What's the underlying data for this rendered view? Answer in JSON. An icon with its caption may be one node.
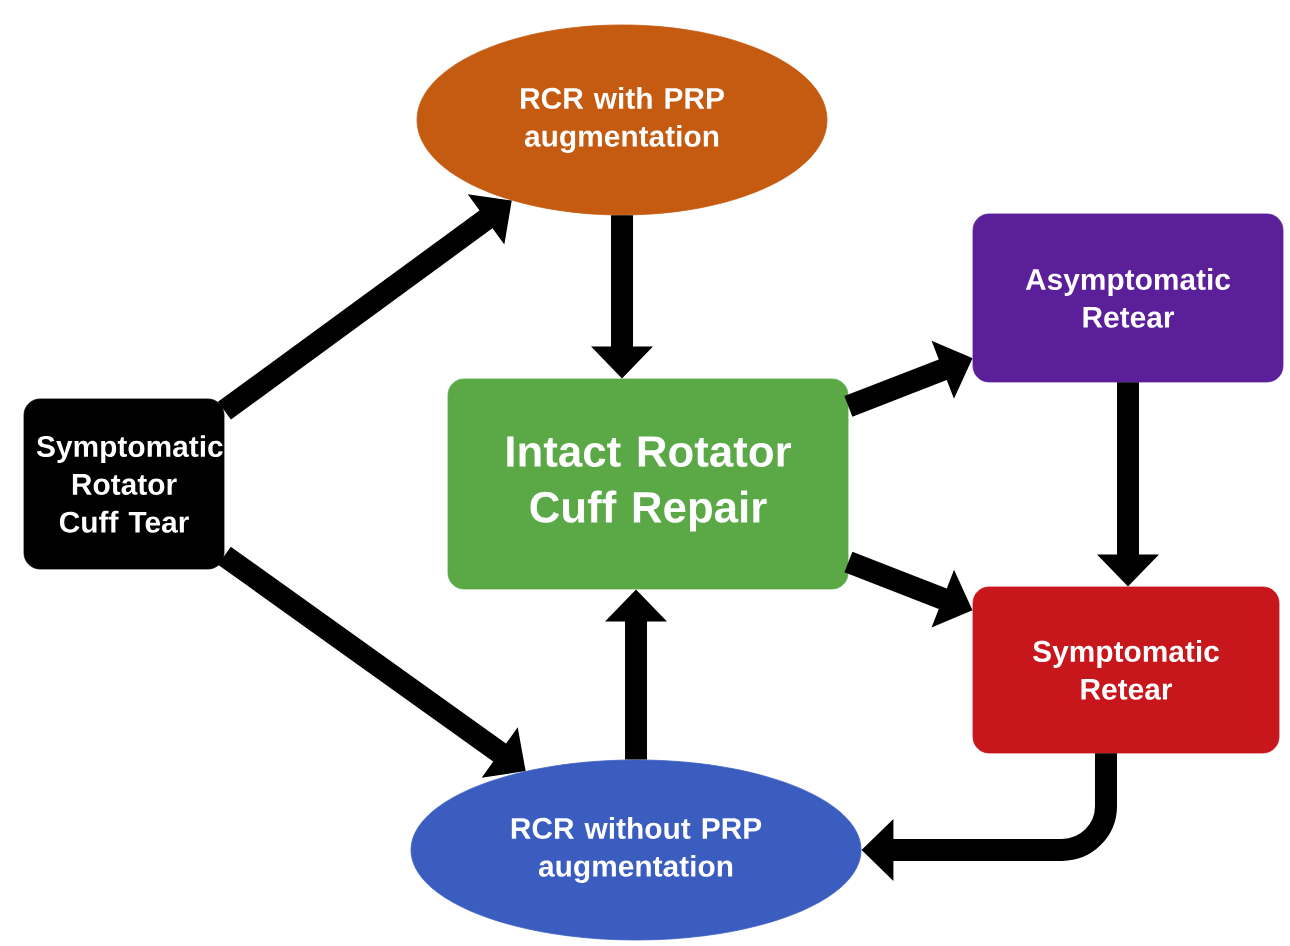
{
  "diagram": {
    "nodes": [
      {
        "text": [
          "Symptomatic Rotator Cuff Tear"
        ]
      },
      {
        "text": [
          "RCR with PRP augmentation"
        ]
      },
      {
        "text": [
          "Intact Rotator Cuff Repair"
        ]
      },
      {
        "text": [
          "Asymptomatic Retear"
        ]
      },
      {
        "text": [
          "Symptomatic Retear"
        ]
      },
      {
        "text": [
          "RCR without PRP augmentation"
        ]
      }
    ],
    "edges": [
      {
        "from": 0,
        "to": 1,
        "arrow": "to"
      },
      {
        "from": 0,
        "to": 5,
        "arrow": "to"
      },
      {
        "from": 1,
        "to": 2,
        "arrow": "to"
      },
      {
        "from": 5,
        "to": 2,
        "arrow": "to"
      },
      {
        "from": 2,
        "to": 3,
        "arrow": "to"
      },
      {
        "from": 2,
        "to": 4,
        "arrow": "to"
      },
      {
        "from": 3,
        "to": 4,
        "arrow": "to"
      },
      {
        "from": 4,
        "to": 5,
        "arrow": "to"
      }
    ]
  }
}
